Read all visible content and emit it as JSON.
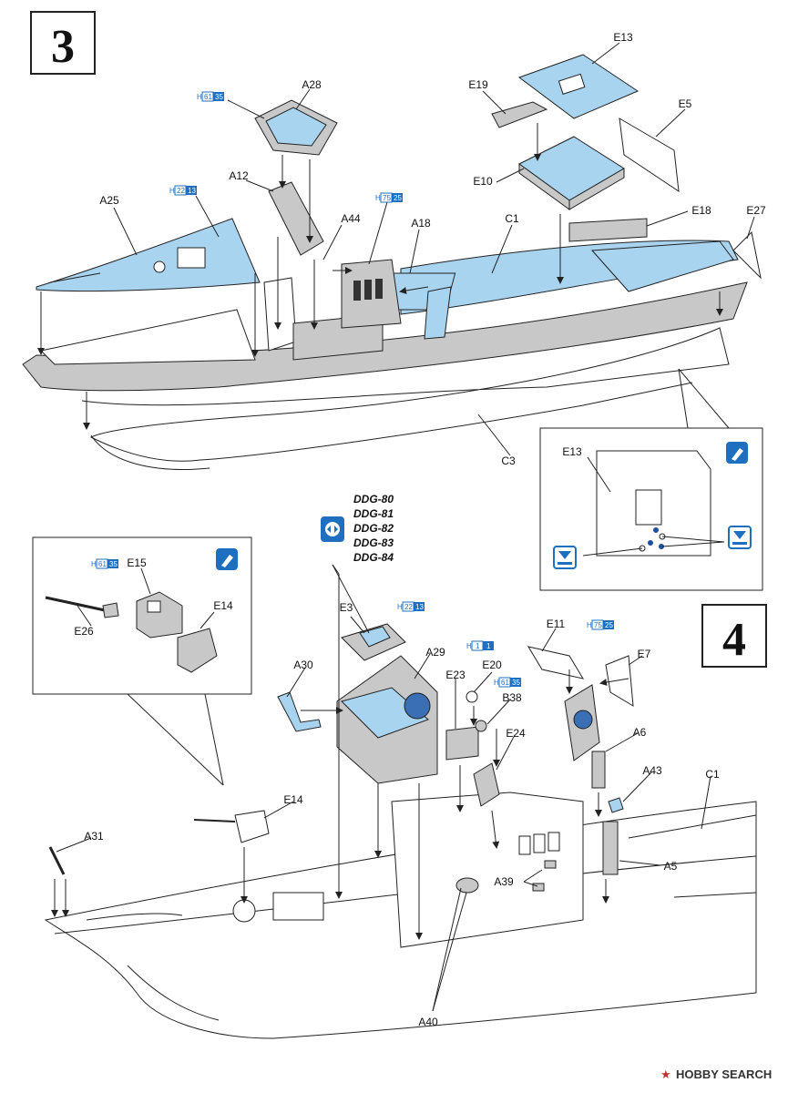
{
  "steps": {
    "step3": "3",
    "step4": "4"
  },
  "ddg_variants": [
    "DDG-80",
    "DDG-81",
    "DDG-82",
    "DDG-83",
    "DDG-84"
  ],
  "paint_codes": {
    "h61_35": {
      "prefix": "H",
      "code": "61",
      "num": "35"
    },
    "h22_13": {
      "prefix": "H",
      "code": "22",
      "num": "13"
    },
    "h75_25": {
      "prefix": "H",
      "code": "75",
      "num": "25"
    },
    "h1_1": {
      "prefix": "H",
      "code": "1",
      "num": "1"
    }
  },
  "part_labels": {
    "step3": {
      "a28": "A28",
      "a12": "A12",
      "a44": "A44",
      "a25": "A25",
      "a18": "A18",
      "c1": "C1",
      "c3": "C3",
      "e13": "E13",
      "e19": "E19",
      "e5": "E5",
      "e10": "E10",
      "e18": "E18",
      "e27": "E27",
      "detail_e13": "E13"
    },
    "step4": {
      "e15": "E15",
      "e14_detail": "E14",
      "e26": "E26",
      "e3": "E3",
      "a29": "A29",
      "a30": "A30",
      "e20": "E20",
      "e23": "E23",
      "b38": "B38",
      "e24": "E24",
      "e11": "E11",
      "e7": "E7",
      "a6": "A6",
      "a43": "A43",
      "c1": "C1",
      "a5": "A5",
      "a39": "A39",
      "e14": "E14",
      "a31": "A31",
      "a40": "A40"
    }
  },
  "watermark": "HOBBY SEARCH",
  "colors": {
    "fill_blue": "#a9d4f0",
    "fill_gray": "#c8c8c8",
    "code_blue": "#1f6fc1",
    "ink": "#222222"
  }
}
